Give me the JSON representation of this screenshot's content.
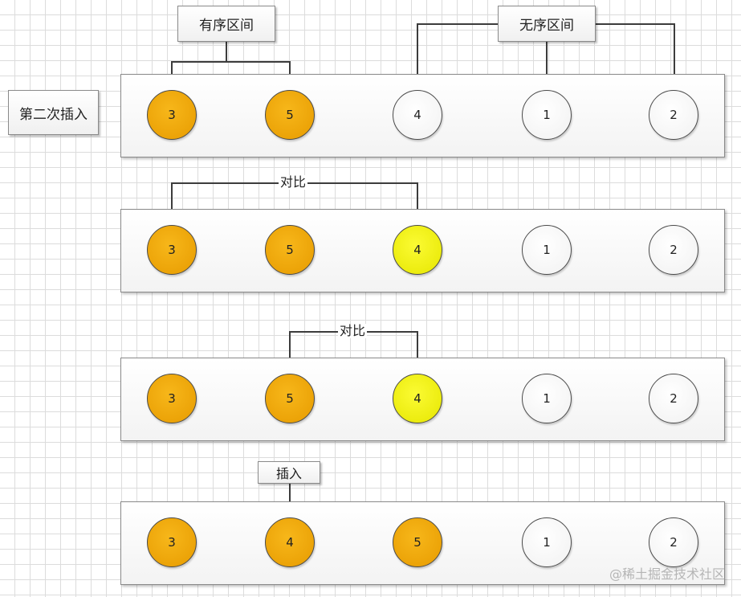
{
  "labels": {
    "ordered_region": "有序区间",
    "unordered_region": "无序区间",
    "pass_label": "第二次插入",
    "compare_1": "对比",
    "compare_2": "对比",
    "insert": "插入"
  },
  "rows": [
    {
      "nodes": [
        {
          "value": "3",
          "state": "sorted"
        },
        {
          "value": "5",
          "state": "sorted"
        },
        {
          "value": "4",
          "state": "unsorted"
        },
        {
          "value": "1",
          "state": "unsorted"
        },
        {
          "value": "2",
          "state": "unsorted"
        }
      ]
    },
    {
      "nodes": [
        {
          "value": "3",
          "state": "sorted"
        },
        {
          "value": "5",
          "state": "sorted"
        },
        {
          "value": "4",
          "state": "current"
        },
        {
          "value": "1",
          "state": "unsorted"
        },
        {
          "value": "2",
          "state": "unsorted"
        }
      ]
    },
    {
      "nodes": [
        {
          "value": "3",
          "state": "sorted"
        },
        {
          "value": "5",
          "state": "sorted"
        },
        {
          "value": "4",
          "state": "current"
        },
        {
          "value": "1",
          "state": "unsorted"
        },
        {
          "value": "2",
          "state": "unsorted"
        }
      ]
    },
    {
      "nodes": [
        {
          "value": "3",
          "state": "sorted"
        },
        {
          "value": "4",
          "state": "sorted"
        },
        {
          "value": "5",
          "state": "sorted"
        },
        {
          "value": "1",
          "state": "unsorted"
        },
        {
          "value": "2",
          "state": "unsorted"
        }
      ]
    }
  ],
  "colors": {
    "sorted": "#eea600",
    "current": "#f2f20a",
    "unsorted": "#ffffff",
    "line": "#3c3c3c"
  },
  "watermark": "@稀土掘金技术社区"
}
